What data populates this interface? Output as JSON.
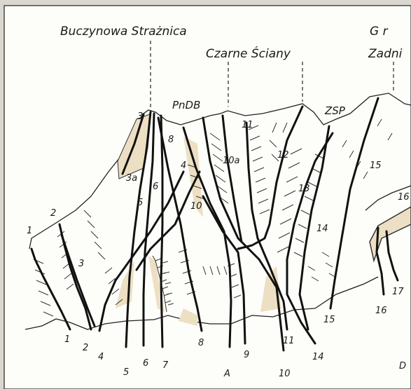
{
  "peaks": {
    "buczynowa": "Buczynowa Strażnica",
    "czarne": "Czarne Ściany",
    "gr": "G   r",
    "zadni": "Zadni"
  },
  "passes": {
    "pndb": "PnDB",
    "zsp": "ZSP"
  },
  "route_labels": {
    "r1a": "1",
    "r1b": "1",
    "r2a": "2",
    "r2b": "2",
    "r3a": "3",
    "r3b": "3",
    "r3a_var": "3a",
    "r4a": "4",
    "r4b": "4",
    "r5a": "5",
    "r5b": "5",
    "r6a": "6",
    "r6b": "6",
    "r7": "7",
    "r8a": "8",
    "r8b": "8",
    "r9": "9",
    "rA": "A",
    "r10a": "10",
    "r10b": "10",
    "r10a_var": "10a",
    "r11a": "11",
    "r11b": "11",
    "r12": "12",
    "r13": "13",
    "r14a": "14",
    "r14b": "14",
    "r15a": "15",
    "r15b": "15",
    "r16a": "16",
    "r16b": "16",
    "r17": "17",
    "rD": "D"
  },
  "colors": {
    "ink": "#111111",
    "shade": "#eddfc3",
    "paper": "#fdfdf9"
  }
}
